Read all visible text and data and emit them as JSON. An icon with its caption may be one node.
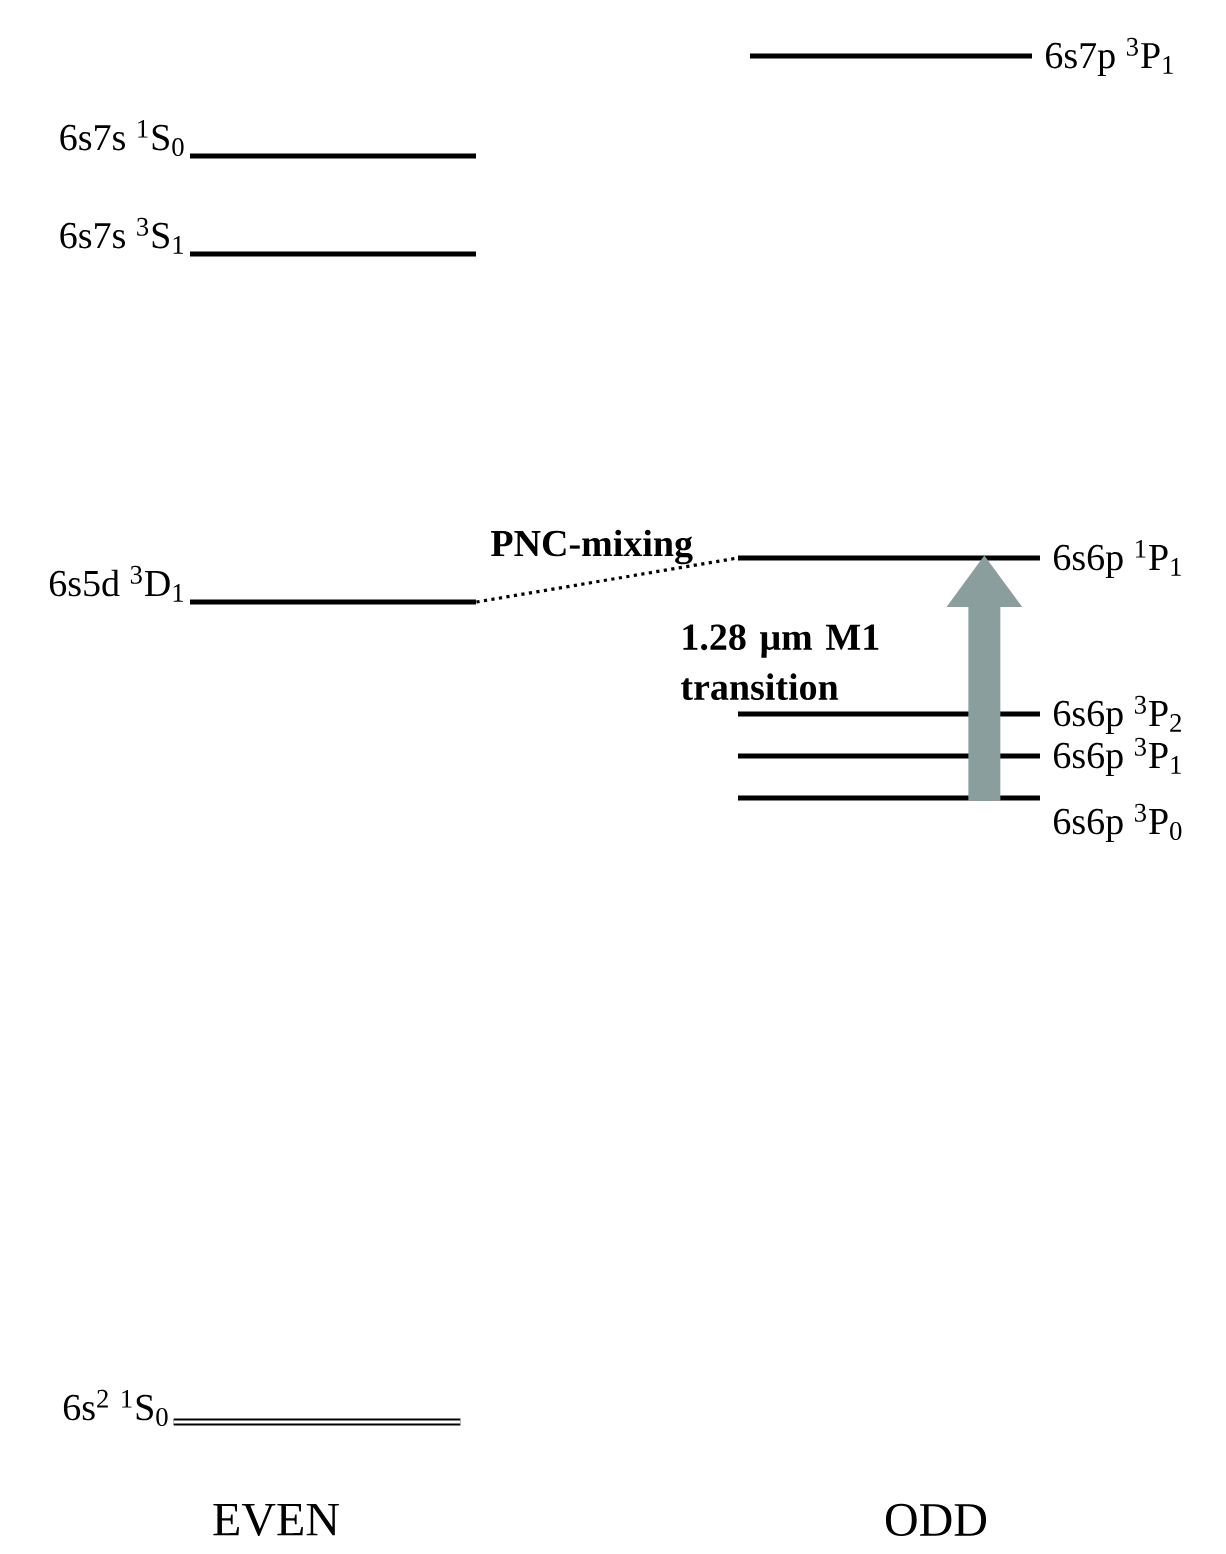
{
  "diagram": {
    "nodes": [
      {
        "text": [
          "6s7p $^{3}$P$_{1}$"
        ]
      },
      {
        "text": [
          "6s7s $^{1}$S$_{0}$"
        ]
      },
      {
        "text": [
          "6s7s $^{3}$S$_{1}$"
        ]
      },
      {
        "text": [
          "6s5d $^{3}$D$_{1}$"
        ]
      },
      {
        "text": [
          "6s6p $^{1}$P$_{1}$"
        ]
      },
      {
        "text": [
          "6s6p $^{3}$P$_{2}$"
        ]
      },
      {
        "text": [
          "6s6p $^{3}$P$_{1}$"
        ]
      },
      {
        "text": [
          "6s6p $^{3}$P$_{0}$"
        ]
      },
      {
        "text": [
          "6s$^{2}$ $^{1}$S$_{0}$"
        ]
      }
    ],
    "edges": [
      {
        "from": 3,
        "to": 4,
        "arrow": "none",
        "label": "PNC-mixing",
        "style": "dashed"
      },
      {
        "from": 7,
        "to": 4,
        "arrow": "to",
        "label": "1.28 μm M1 transition",
        "style": "thick",
        "color": "#8a9e9e"
      }
    ],
    "labels": [
      "EVEN",
      "ODD"
    ]
  }
}
